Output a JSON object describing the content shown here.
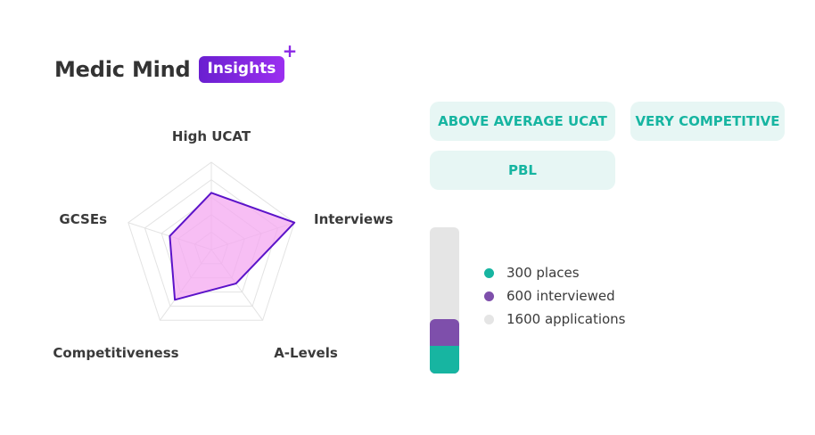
{
  "brand": {
    "name": "Medic Mind",
    "badge": "Insights",
    "badge_plus": "+"
  },
  "radar": {
    "axes": [
      "High UCAT",
      "Interviews",
      "A-Levels",
      "Competitiveness",
      "GCSEs"
    ],
    "values": [
      0.65,
      1.0,
      0.48,
      0.71,
      0.5
    ],
    "rings": 5,
    "fill_color": "#f4a8f0",
    "stroke_color": "#5b13c9",
    "grid_color": "#e3e3e3"
  },
  "tags": [
    {
      "label": "ABOVE AVERAGE UCAT"
    },
    {
      "label": "VERY COMPETITIVE"
    },
    {
      "label": "PBL"
    }
  ],
  "stats": {
    "total": 1600,
    "items": [
      {
        "label": "300 places",
        "value": 300,
        "color": "#17b5a1"
      },
      {
        "label": "600 interviewed",
        "value": 600,
        "color": "#7e4fab"
      },
      {
        "label": "1600 applications",
        "value": 1600,
        "color": "#e5e5e5"
      }
    ]
  }
}
